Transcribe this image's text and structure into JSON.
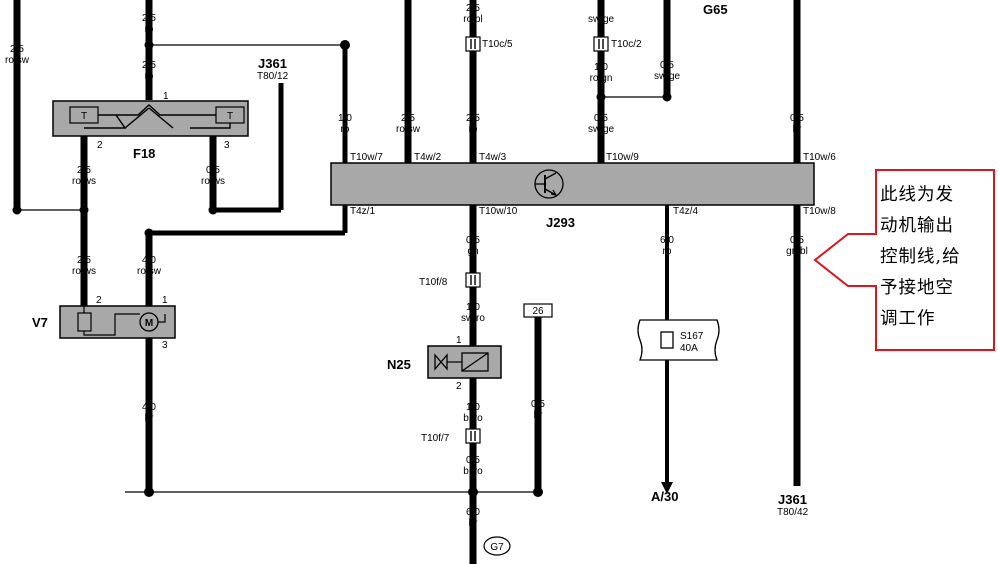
{
  "components": {
    "f18": "F18",
    "j361_top": "J361",
    "j361_top_pin": "T80/12",
    "g65": "G65",
    "j293": "J293",
    "v7": "V7",
    "n25": "N25",
    "s167": "S167",
    "s167_rating": "40A",
    "ground": "G7",
    "fuse_box_tag": "26",
    "a30": "A/30",
    "j361_bottom": "J361",
    "j361_bottom_pin": "T80/42"
  },
  "f18_inner": {
    "t_left": "T",
    "t_right": "T",
    "pin1": "1",
    "pin2": "2",
    "pin3": "3"
  },
  "v7_inner": {
    "motor": "M",
    "pin1": "1",
    "pin2": "2",
    "pin3": "3"
  },
  "n25_inner": {
    "pin1": "1",
    "pin2": "2"
  },
  "connectors": {
    "t10c5": "T10c/5",
    "t10c2": "T10c/2",
    "t10w7": "T10w/7",
    "t4w2": "T4w/2",
    "t4w3": "T4w/3",
    "t10w9": "T10w/9",
    "t10w6": "T10w/6",
    "t4z1": "T4z/1",
    "t10w10": "T10w/10",
    "t4z4": "T4z/4",
    "t10w8": "T10w/8",
    "t10f8": "T10f/8",
    "t10f7": "T10f/7"
  },
  "wires": {
    "w_left_size": "2.5",
    "w_left_color": "ro/sw",
    "w_top_size": "2.5",
    "w_top_color": "ro",
    "w_f18in_size": "2.5",
    "w_f18in_color": "ro",
    "w_f18p2_size": "2.5",
    "w_f18p2_color": "ro/ws",
    "w_f18p3_size": "0.5",
    "w_f18p3_color": "ro/ws",
    "w_v7p2_size": "2.5",
    "w_v7p2_color": "ro/ws",
    "w_v7p1_size": "4.0",
    "w_v7p1_color": "ro/sw",
    "w_v7p3_size": "4.0",
    "w_v7p3_color": "br",
    "w_j1_size": "1.0",
    "w_j1_color": "ro",
    "w_j2_size": "2.5",
    "w_j2_color": "ro/sw",
    "w_j3top_size": "2.5",
    "w_j3top_color": "ro/bl",
    "w_j3_size": "2.5",
    "w_j3_color": "ro",
    "w_g1_color": "sw/ge",
    "w_g2_size": "1.0",
    "w_g2_color": "ro/gn",
    "w_g3_size": "0.5",
    "w_g3_color": "sw/ge",
    "w_g4_size": "0.5",
    "w_g4_color": "sw/ge",
    "w_j6_size": "0.5",
    "w_j6_color": "br",
    "w_b10_size": "0.5",
    "w_b10_color": "gn",
    "w_n25in_size": "1.0",
    "w_n25in_color": "sw/ro",
    "w_n25out_size": "1.0",
    "w_n25out_color": "bl/ro",
    "w_t10f7_size": "0.5",
    "w_t10f7_color": "bl/ro",
    "w_g7_size": "6.0",
    "w_g7_color": "br",
    "w_26_size": "0.5",
    "w_26_color": "br",
    "w_b4_size": "6.0",
    "w_b4_color": "ro",
    "w_b8_size": "0.5",
    "w_b8_color": "gn/bl"
  },
  "annotation": {
    "lines": [
      "此线为发",
      "动机输出",
      "控制线,给",
      "予接地空",
      "调工作"
    ],
    "border_color": "#e0141e"
  }
}
